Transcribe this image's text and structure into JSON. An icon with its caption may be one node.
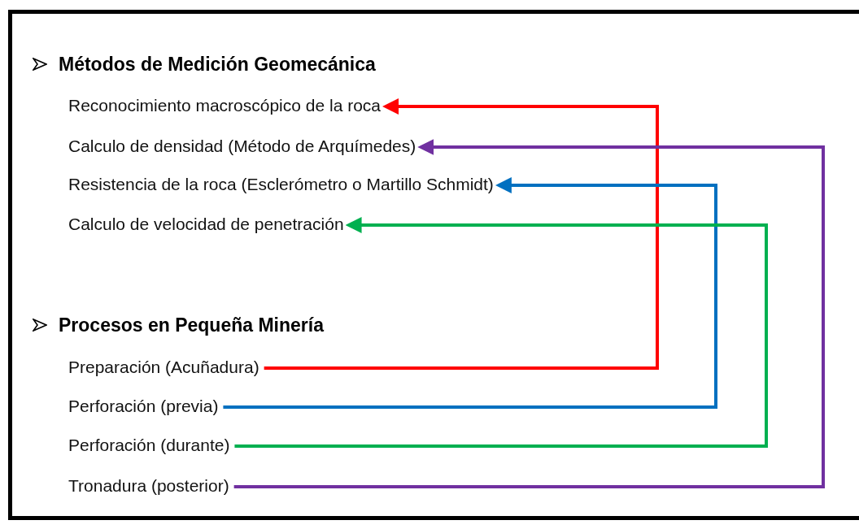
{
  "diagram": {
    "nodes": [
      {
        "text": [
          "Reconocimiento macroscópico de la roca"
        ]
      },
      {
        "text": [
          "Calculo de densidad (Método de Arquímedes)"
        ]
      },
      {
        "text": [
          "Resistencia de la roca (Esclerómetro o Martillo Schmidt)"
        ]
      },
      {
        "text": [
          "Calculo de velocidad de penetración"
        ]
      },
      {
        "text": [
          "Preparación (Acuñadura)"
        ]
      },
      {
        "text": [
          "Perforación (previa)"
        ]
      },
      {
        "text": [
          "Perforación (durante)"
        ]
      },
      {
        "text": [
          "Tronadura (posterior)"
        ]
      }
    ],
    "edges": [
      {
        "from": 4,
        "to": 0,
        "arrow": "to",
        "color": "#ff0000"
      },
      {
        "from": 7,
        "to": 1,
        "arrow": "to",
        "color": "#7030a0"
      },
      {
        "from": 5,
        "to": 2,
        "arrow": "to",
        "color": "#0070c0"
      },
      {
        "from": 6,
        "to": 3,
        "arrow": "to",
        "color": "#00b050"
      }
    ],
    "labels": [
      "Métodos de Medición Geomecánica",
      "Procesos en Pequeña Minería"
    ]
  }
}
